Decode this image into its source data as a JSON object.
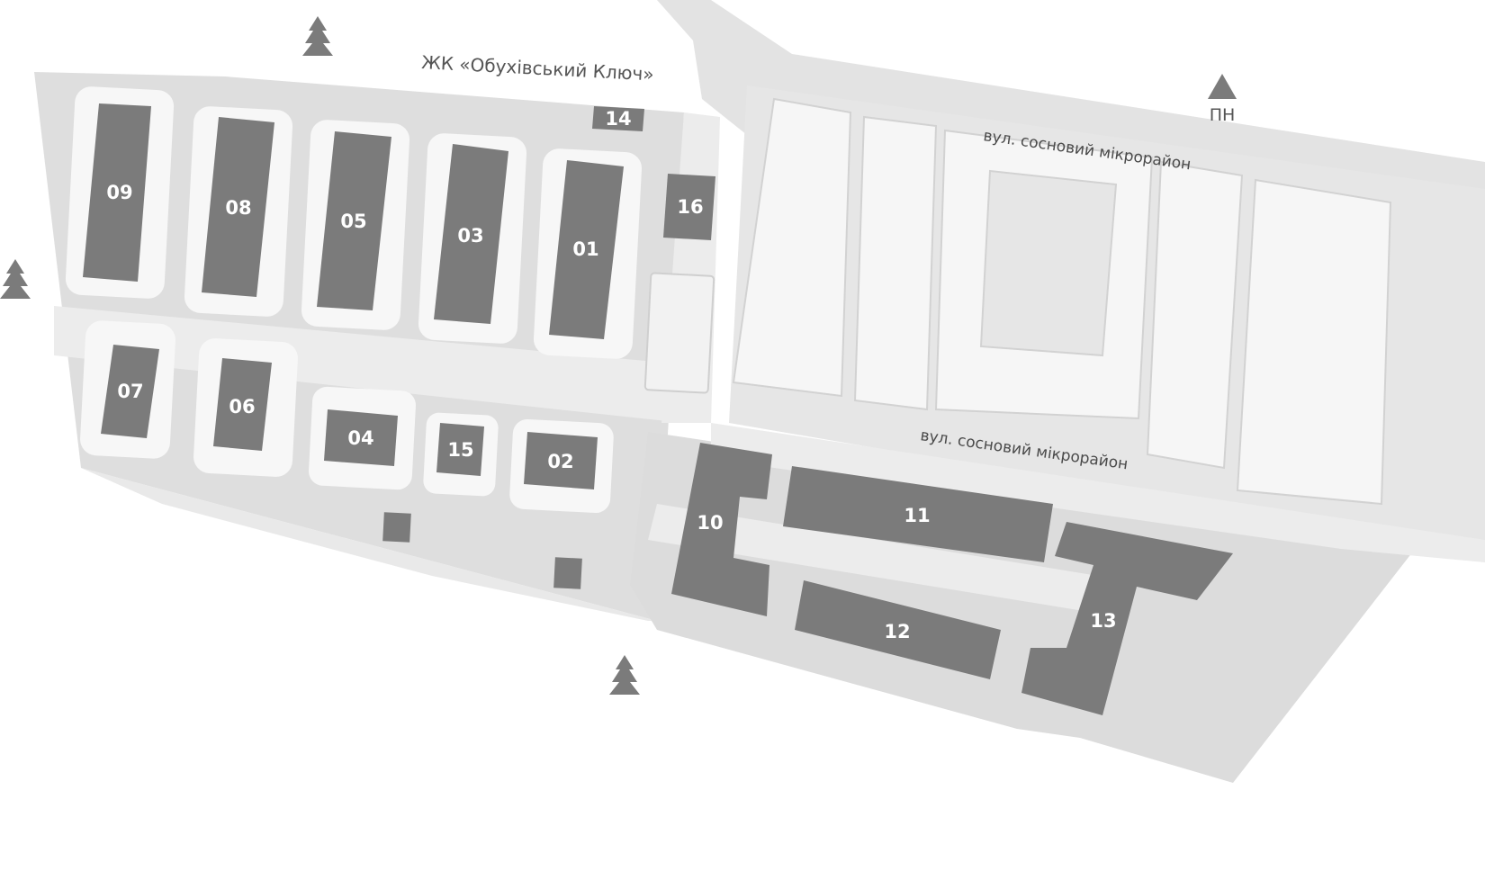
{
  "map": {
    "complex_label": "ЖК «Обухівський Ключ»",
    "north_label": "ПН",
    "street_top": "вул. сосновий мікрорайон",
    "street_middle": "вул. сосновий мікрорайон",
    "icons": [
      "tree-icon",
      "north-arrow-icon"
    ],
    "colors": {
      "building": "#7b7b7b",
      "ground": "#dcdcdc",
      "road": "#e8e8e8",
      "yard": "#f4f4f4",
      "outline": "#c9c9c9"
    },
    "buildings": [
      {
        "id": "01",
        "label": "01"
      },
      {
        "id": "02",
        "label": "02"
      },
      {
        "id": "03",
        "label": "03"
      },
      {
        "id": "04",
        "label": "04"
      },
      {
        "id": "05",
        "label": "05"
      },
      {
        "id": "06",
        "label": "06"
      },
      {
        "id": "07",
        "label": "07"
      },
      {
        "id": "08",
        "label": "08"
      },
      {
        "id": "09",
        "label": "09"
      },
      {
        "id": "10",
        "label": "10"
      },
      {
        "id": "11",
        "label": "11"
      },
      {
        "id": "12",
        "label": "12"
      },
      {
        "id": "13",
        "label": "13"
      },
      {
        "id": "14",
        "label": "14"
      },
      {
        "id": "15",
        "label": "15"
      },
      {
        "id": "16",
        "label": "16"
      }
    ]
  }
}
